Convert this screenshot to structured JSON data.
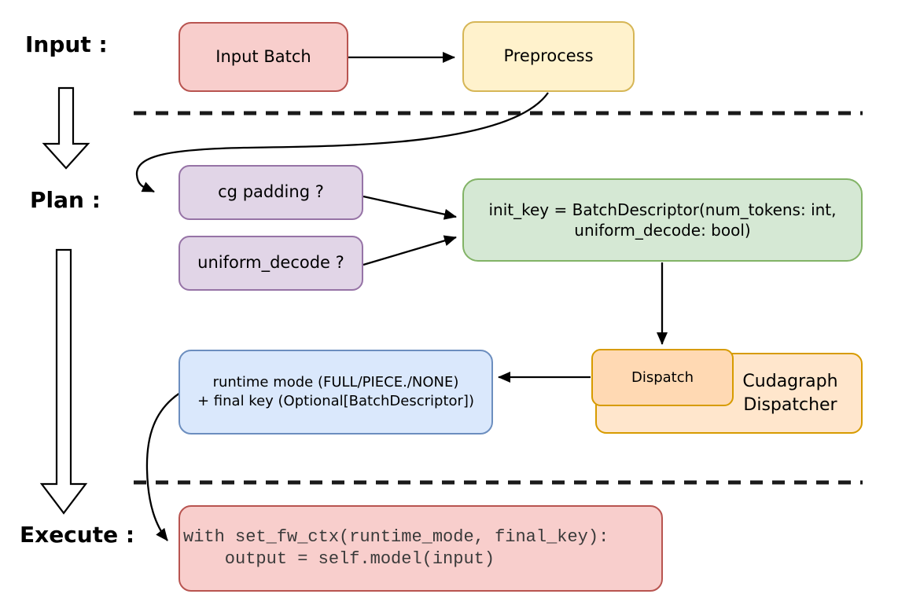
{
  "diagram": {
    "title_context": "Cudagraph dispatch flow",
    "section_labels": {
      "input": "Input :",
      "plan": "Plan :",
      "execute": "Execute :"
    },
    "nodes": {
      "input_batch": {
        "label": "Input Batch",
        "fill": "#f8cecc",
        "stroke": "#b85450"
      },
      "preprocess": {
        "label": "Preprocess",
        "fill": "#fff2cc",
        "stroke": "#d6b656"
      },
      "cg_padding": {
        "label": "cg padding ?",
        "fill": "#e1d5e7",
        "stroke": "#9673a6"
      },
      "uniform_decode": {
        "label": "uniform_decode ?",
        "fill": "#e1d5e7",
        "stroke": "#9673a6"
      },
      "init_key": {
        "line1": "init_key = BatchDescriptor(num_tokens: int,",
        "line2": "uniform_decode: bool)",
        "fill": "#d5e8d4",
        "stroke": "#82b366"
      },
      "dispatch": {
        "label": "Dispatch",
        "fill": "#ffd9b3",
        "stroke": "#d79b00"
      },
      "cudagraph_dispatcher": {
        "line1": "Cudagraph",
        "line2": "Dispatcher",
        "fill": "#ffe6cc",
        "stroke": "#d79b00"
      },
      "runtime_result": {
        "line1": "runtime mode (FULL/PIECE./NONE)",
        "line2": "+ final key (Optional[BatchDescriptor])",
        "fill": "#dae8fc",
        "stroke": "#6c8ebf"
      },
      "execute_code": {
        "line1": "with set_fw_ctx(runtime_mode, final_key):",
        "line2": "    output = self.model(input)",
        "fill": "#f8cecc",
        "stroke": "#b85450"
      }
    },
    "connector_color": "#000000"
  }
}
